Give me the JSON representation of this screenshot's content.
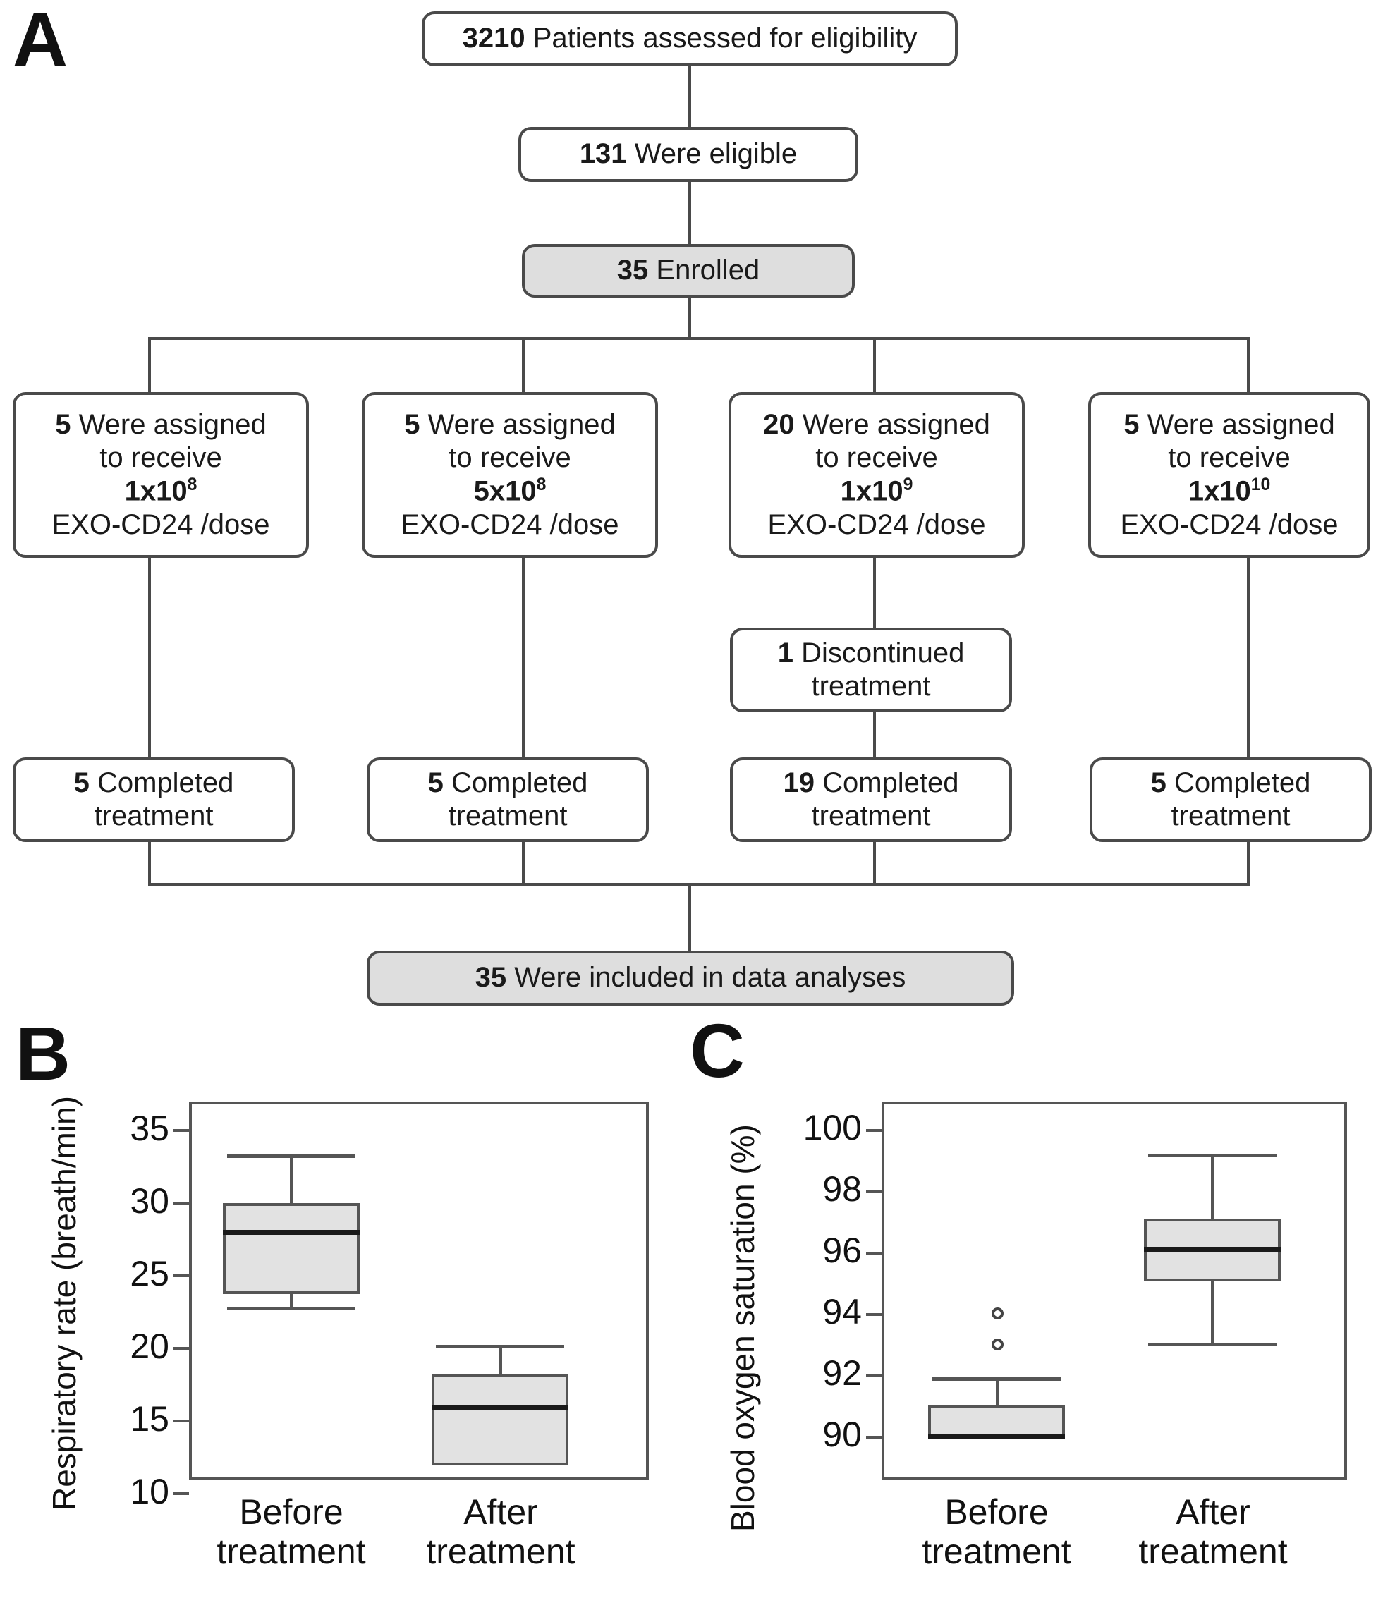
{
  "figure": {
    "panels": [
      {
        "letter": "A",
        "kind": "flowchart"
      },
      {
        "letter": "B",
        "kind": "boxplot"
      },
      {
        "letter": "C",
        "kind": "boxplot"
      }
    ]
  },
  "flowchart": {
    "nodes": {
      "assessed": {
        "count": "3210",
        "text": "Patients assessed for eligibility"
      },
      "eligible": {
        "count": "131",
        "text": "Were eligible"
      },
      "enrolled": {
        "count": "35",
        "text": "Enrolled"
      },
      "arm1": {
        "count": "5",
        "line1": "Were assigned",
        "line2": "to receive",
        "dose_mantissa": "1x10",
        "dose_exp": "8",
        "line4": "EXO-CD24 /dose"
      },
      "arm2": {
        "count": "5",
        "line1": "Were assigned",
        "line2": "to receive",
        "dose_mantissa": "5x10",
        "dose_exp": "8",
        "line4": "EXO-CD24 /dose"
      },
      "arm3": {
        "count": "20",
        "line1": "Were assigned",
        "line2": "to receive",
        "dose_mantissa": "1x10",
        "dose_exp": "9",
        "line4": "EXO-CD24 /dose"
      },
      "arm4": {
        "count": "5",
        "line1": "Were assigned",
        "line2": "to receive",
        "dose_mantissa": "1x10",
        "dose_exp": "10",
        "line4": "EXO-CD24 /dose"
      },
      "discontinued": {
        "count": "1",
        "line1": "Discontinued",
        "line2": "treatment"
      },
      "completed1": {
        "count": "5",
        "line1": "Completed",
        "line2": "treatment"
      },
      "completed2": {
        "count": "5",
        "line1": "Completed",
        "line2": "treatment"
      },
      "completed3": {
        "count": "19",
        "line1": "Completed",
        "line2": "treatment"
      },
      "completed4": {
        "count": "5",
        "line1": "Completed",
        "line2": "treatment"
      },
      "analysed": {
        "count": "35",
        "text": "Were included in data analyses"
      }
    },
    "colors": {
      "stroke": "#4a4a4a",
      "fill_highlight": "#dedede",
      "fill_plain": "#ffffff"
    }
  },
  "chart_data": [
    {
      "panel": "B",
      "type": "box",
      "title": "",
      "xlabel": "",
      "ylabel": "Respiratory rate (breath/min)",
      "categories": [
        "Before\ntreatment",
        "After\ntreatment"
      ],
      "category_lines": [
        [
          "Before",
          "treatment"
        ],
        [
          "After",
          "treatment"
        ]
      ],
      "ylim": [
        8.5,
        36.5
      ],
      "yticks": [
        10,
        15,
        20,
        25,
        30,
        35
      ],
      "ytick_labels": [
        "10",
        "15",
        "20",
        "25",
        "30",
        "35"
      ],
      "grid": false,
      "legend": "none",
      "boxes": [
        {
          "name": "Before treatment",
          "min": 23.1,
          "q1": 24.1,
          "median": 28.3,
          "q3": 30.3,
          "max": 33.6,
          "outliers": []
        },
        {
          "name": "After treatment",
          "min": 11.9,
          "q1": 11.9,
          "median": 16.0,
          "q3": 18.1,
          "max": 20.1,
          "outliers": []
        }
      ]
    },
    {
      "panel": "C",
      "type": "box",
      "title": "",
      "xlabel": "",
      "ylabel": "Blood oxygen saturation (%)",
      "categories": [
        "Before\ntreatment",
        "After\ntreatment"
      ],
      "category_lines": [
        [
          "Before",
          "treatment"
        ],
        [
          "After",
          "treatment"
        ]
      ],
      "ylim": [
        89.0,
        100.7
      ],
      "yticks": [
        90,
        92,
        94,
        96,
        98,
        100
      ],
      "ytick_labels": [
        "90",
        "92",
        "94",
        "96",
        "98",
        "100"
      ],
      "grid": false,
      "legend": "none",
      "boxes": [
        {
          "name": "Before treatment",
          "min": 90.0,
          "q1": 90.0,
          "median": 90.0,
          "q3": 91.0,
          "max": 91.9,
          "outliers": [
            93.0,
            94.0
          ]
        },
        {
          "name": "After treatment",
          "min": 93.0,
          "q1": 95.1,
          "median": 96.1,
          "q3": 97.1,
          "max": 99.2,
          "outliers": []
        }
      ]
    }
  ],
  "style": {
    "box_fill": "#e2e2e2",
    "box_stroke": "#555555",
    "median_color": "#1a1a1a",
    "text_color": "#111111"
  }
}
